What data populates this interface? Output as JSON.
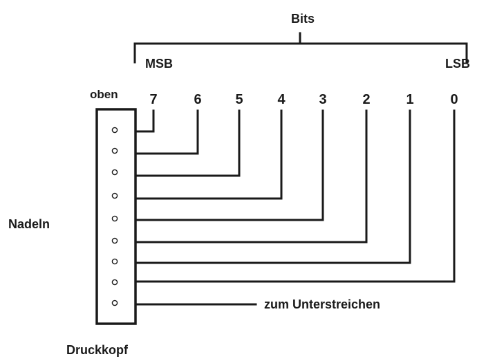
{
  "diagram": {
    "bits_label": "Bits",
    "msb_label": "MSB",
    "lsb_label": "LSB",
    "top_label": "oben",
    "needles_label": "Nadeln",
    "printhead_label": "Druckkopf",
    "underline_label": "zum Unterstreichen",
    "bit_numbers": [
      "7",
      "6",
      "5",
      "4",
      "3",
      "2",
      "1",
      "0"
    ],
    "pin_count": 9
  }
}
